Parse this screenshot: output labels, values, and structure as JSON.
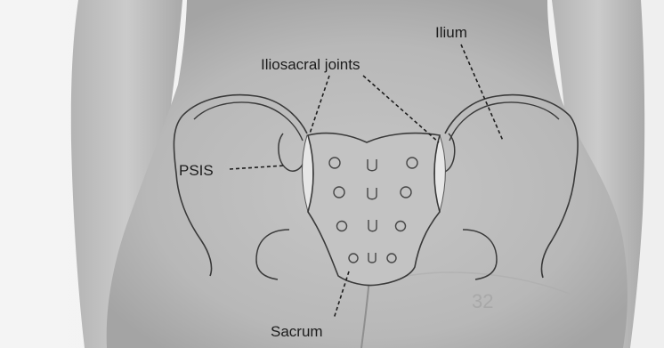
{
  "figure": {
    "labels": {
      "ilium": "Ilium",
      "iliosacral_joints": "Iliosacral joints",
      "psis": "PSIS",
      "sacrum": "Sacrum"
    },
    "page_number": "32"
  }
}
